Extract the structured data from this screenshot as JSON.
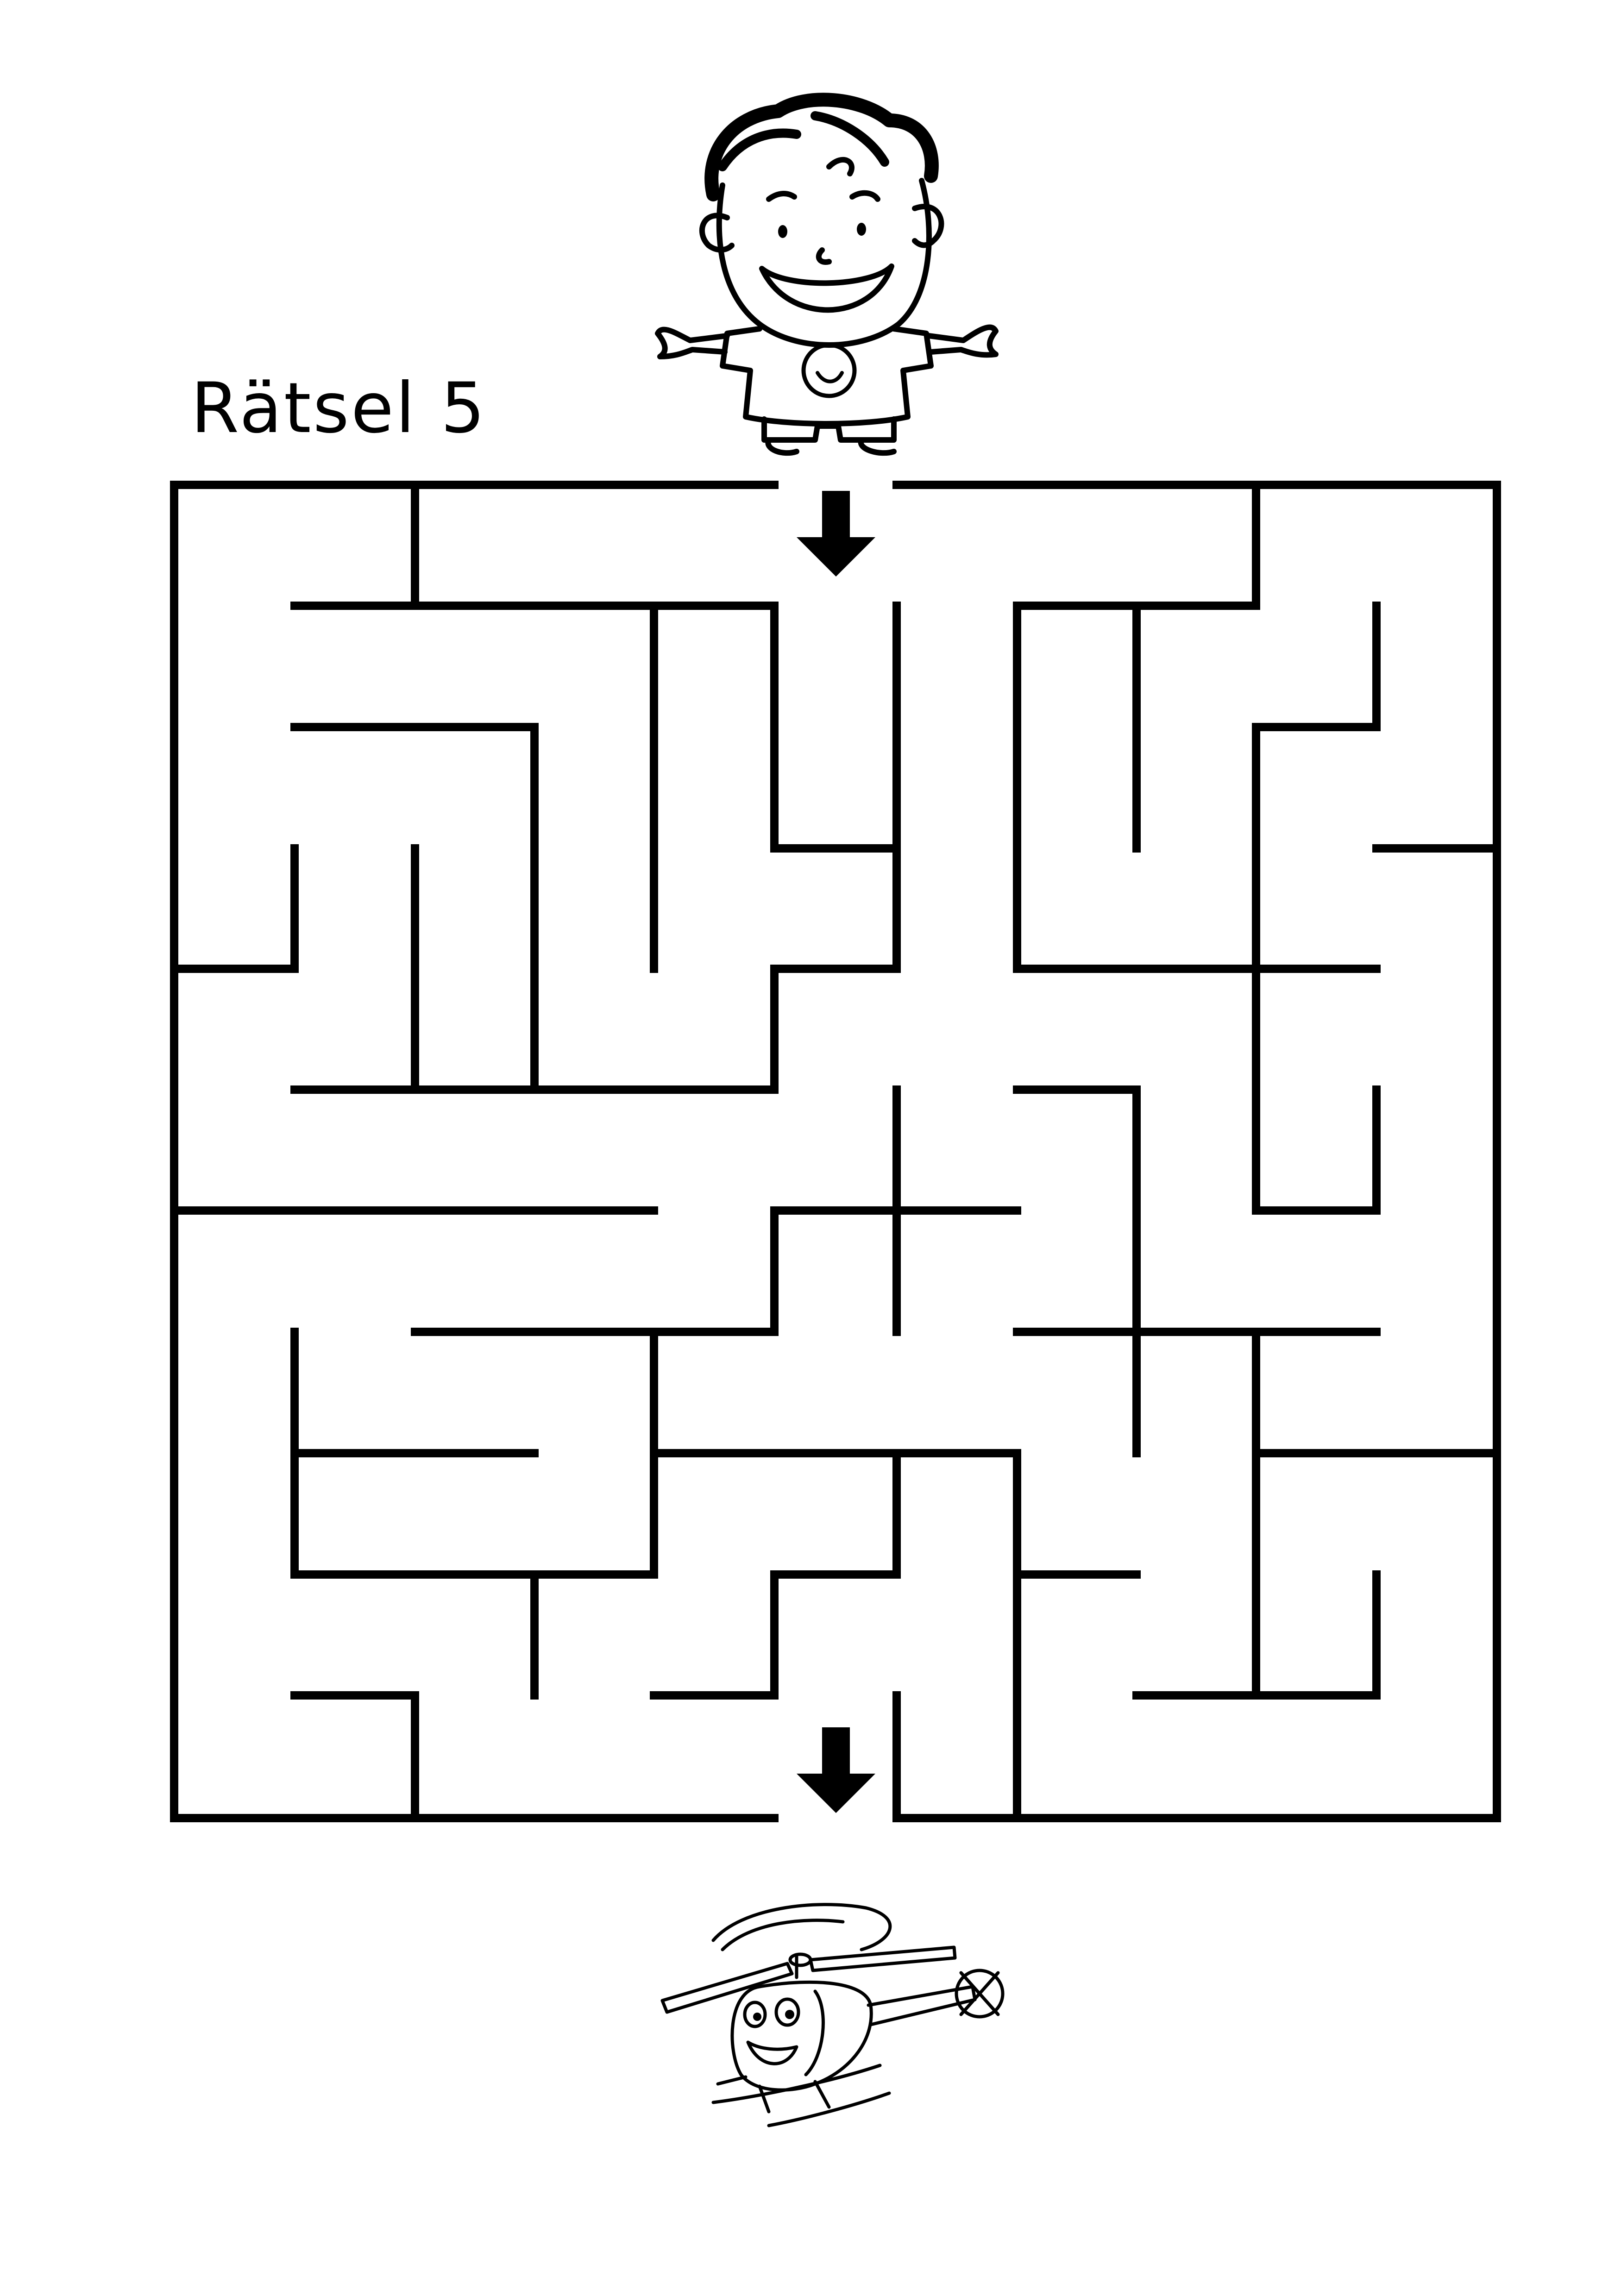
{
  "puzzle": {
    "title": "Rätsel 5",
    "start_character": "boy",
    "goal_character": "helicopter",
    "start_marker": "down-arrow-icon",
    "goal_marker": "down-arrow-icon"
  },
  "colors": {
    "ink": "#000000",
    "paper": "#ffffff"
  }
}
